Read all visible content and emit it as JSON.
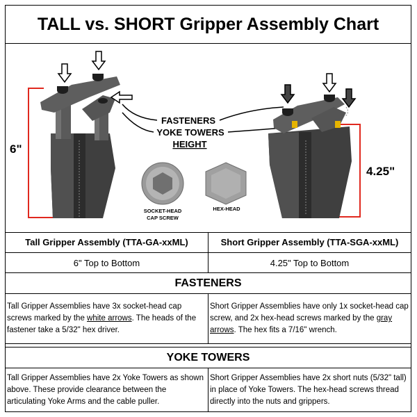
{
  "title": "TALL vs. SHORT Gripper Assembly Chart",
  "figure": {
    "tall_height": "6\"",
    "short_height": "4.25\"",
    "callouts": {
      "fasteners": "FASTENERS",
      "yoke_towers": "YOKE TOWERS",
      "height": "HEIGHT"
    },
    "socket_label_1": "SOCKET-HEAD",
    "socket_label_2": "CAP SCREW",
    "hex_label": "HEX-HEAD",
    "colors": {
      "metal": "#4a4a4a",
      "metal_light": "#6a6a6a",
      "accent_red": "#e0281e",
      "accent_yellow": "#e6b400"
    }
  },
  "table": {
    "tall_header": "Tall Gripper Assembly (TTA-GA-xxML)",
    "short_header": "Short Gripper Assembly (TTA-SGA-xxML)",
    "tall_height": "6\" Top to Bottom",
    "short_height": "4.25\" Top to Bottom",
    "fasteners_title": "FASTENERS",
    "fasteners_tall": {
      "a": "Tall Gripper Assemblies have 3x socket-head cap screws marked by the ",
      "u": "white arrows",
      "b": ". The heads of the fastener take a 5/32\" hex driver."
    },
    "fasteners_short": {
      "a": "Short Gripper Assemblies have only 1x socket-head cap screw, and 2x hex-head screws marked by the ",
      "u": "gray arrows",
      "b": ". The hex fits a 7/16\" wrench."
    },
    "yoke_title": "YOKE TOWERS",
    "yoke_tall": "Tall Gripper Assemblies have 2x Yoke Towers as shown above. These provide clearance between the articulating Yoke Arms and the cable puller.",
    "yoke_short": "Short Gripper Assemblies have 2x short nuts (5/32\" tall) in place of Yoke Towers. The hex-head screws thread directly into the nuts and grippers."
  }
}
